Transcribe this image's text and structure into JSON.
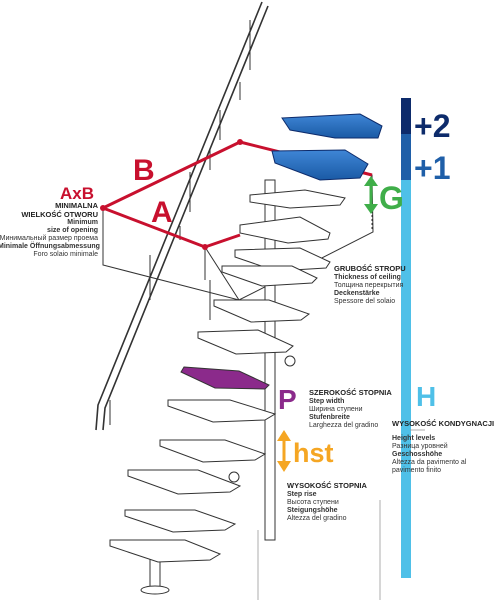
{
  "labels": {
    "A": "A",
    "B": "B",
    "AxB": "AxB",
    "G": "G",
    "P": "P",
    "H": "H",
    "hst": "hst",
    "plus2": "+2",
    "plus1": "+1"
  },
  "opening": {
    "title1": "MINIMALNA",
    "title2": "WIELKOŚĆ OTWORU",
    "en1": "Minimum",
    "en2": "size of opening",
    "ru": "Минимальный размер проема",
    "de": "Minimale Öffnungsabmessung",
    "it": "Foro solaio minimale"
  },
  "ceiling": {
    "title": "GRUBOŚĆ STROPU",
    "en": "Thickness of ceiling",
    "ru": "Толщина перекрытия",
    "de": "Deckenstärke",
    "it": "Spessore del solaio"
  },
  "step_width": {
    "title": "SZEROKOŚĆ STOPNIA",
    "en": "Step width",
    "ru": "Ширина ступени",
    "de": "Stufenbreite",
    "it": "Larghezza del gradino"
  },
  "step_rise": {
    "title": "WYSOKOŚĆ STOPNIA",
    "en": "Step rise",
    "ru": "Высота ступени",
    "de": "Steigungshöhe",
    "it": "Altezza del gradino"
  },
  "height": {
    "title": "WYSOKOŚĆ KONDYGNACJI",
    "en": "Height levels",
    "ru": "Разница уровней",
    "de": "Geschosshöhe",
    "it1": "Altezza da pavimento al",
    "it2": "pavimento finito"
  },
  "colors": {
    "red": "#c8102e",
    "blue": "#1f5fa8",
    "dark_blue": "#0d2b6b",
    "light_blue": "#4fc0e8",
    "green": "#3fae49",
    "purple": "#8b2a8b",
    "orange": "#f5a623",
    "line": "#333333"
  }
}
